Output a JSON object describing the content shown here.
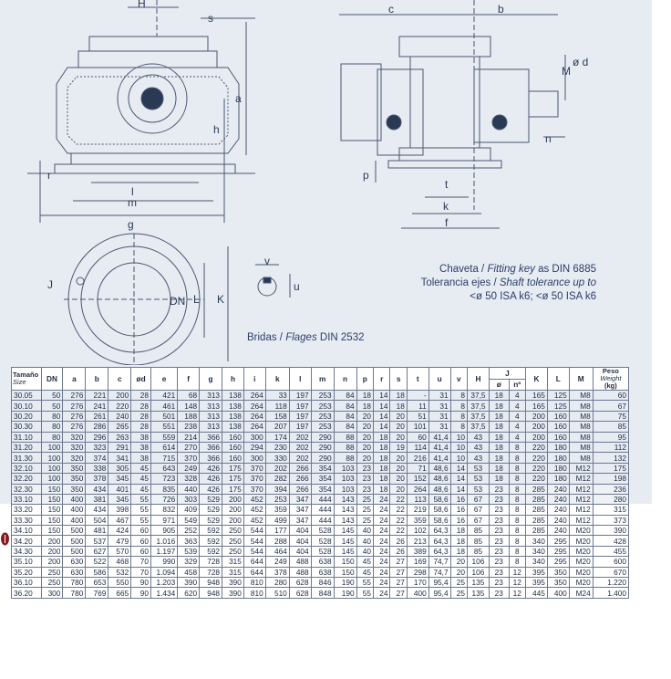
{
  "caption": {
    "line1_es": "Chaveta / ",
    "line1_en": "Fitting key",
    "line1_end": " as DIN 6885",
    "line2_es": "Tolerancia ejes / ",
    "line2_en": "Shaft tolerance up to",
    "line3": "<ø 50 ISA k6; <ø 50 ISA k6",
    "flange_es": "Bridas / ",
    "flange_en": "Flages",
    "flange_end": " DIN 2532"
  },
  "drawing_labels": {
    "H": "H",
    "s": "s",
    "a": "a",
    "h": "h",
    "r": "r",
    "l": "l",
    "m": "m",
    "g": "g",
    "c": "c",
    "b": "b",
    "M": "M",
    "d": "ø d",
    "n": "n",
    "p": "p",
    "t": "t",
    "k": "k",
    "f": "f",
    "v": "v",
    "u": "u",
    "J": "J",
    "DN": "DN",
    "L": "L",
    "K": "K"
  },
  "table": {
    "headers": {
      "tamano": "Tamaño",
      "size": "Size",
      "cols": [
        "DN",
        "a",
        "b",
        "c",
        "ød",
        "e",
        "f",
        "g",
        "h",
        "i",
        "k",
        "l",
        "m",
        "n",
        "p",
        "r",
        "s",
        "t",
        "u",
        "v",
        "H"
      ],
      "J": "J",
      "J_sub": [
        "ø",
        "nº"
      ],
      "after": [
        "K",
        "L",
        "M"
      ],
      "peso": "Peso",
      "weight": "Weight",
      "kg": "(kg)"
    },
    "rows": [
      [
        "30.05",
        "50",
        "276",
        "221",
        "200",
        "28",
        "421",
        "68",
        "313",
        "138",
        "264",
        "33",
        "197",
        "253",
        "84",
        "18",
        "14",
        "18",
        "-",
        "31",
        "8",
        "37,5",
        "18",
        "4",
        "165",
        "125",
        "M8",
        "60"
      ],
      [
        "30.10",
        "50",
        "276",
        "241",
        "220",
        "28",
        "461",
        "148",
        "313",
        "138",
        "264",
        "118",
        "197",
        "253",
        "84",
        "18",
        "14",
        "18",
        "11",
        "31",
        "8",
        "37,5",
        "18",
        "4",
        "165",
        "125",
        "M8",
        "67"
      ],
      [
        "30.20",
        "80",
        "276",
        "261",
        "240",
        "28",
        "501",
        "188",
        "313",
        "138",
        "264",
        "158",
        "197",
        "253",
        "84",
        "20",
        "14",
        "20",
        "51",
        "31",
        "8",
        "37,5",
        "18",
        "4",
        "200",
        "160",
        "M8",
        "75"
      ],
      [
        "30.30",
        "80",
        "276",
        "286",
        "265",
        "28",
        "551",
        "238",
        "313",
        "138",
        "264",
        "207",
        "197",
        "253",
        "84",
        "20",
        "14",
        "20",
        "101",
        "31",
        "8",
        "37,5",
        "18",
        "4",
        "200",
        "160",
        "M8",
        "85"
      ],
      [
        "31.10",
        "80",
        "320",
        "296",
        "263",
        "38",
        "559",
        "214",
        "366",
        "160",
        "300",
        "174",
        "202",
        "290",
        "88",
        "20",
        "18",
        "20",
        "60",
        "41,4",
        "10",
        "43",
        "18",
        "4",
        "200",
        "160",
        "M8",
        "95"
      ],
      [
        "31.20",
        "100",
        "320",
        "323",
        "291",
        "38",
        "614",
        "270",
        "366",
        "160",
        "294",
        "230",
        "202",
        "290",
        "88",
        "20",
        "18",
        "19",
        "114",
        "41,4",
        "10",
        "43",
        "18",
        "8",
        "220",
        "180",
        "M8",
        "112"
      ],
      [
        "31.30",
        "100",
        "320",
        "374",
        "341",
        "38",
        "715",
        "370",
        "366",
        "160",
        "300",
        "330",
        "202",
        "290",
        "88",
        "20",
        "18",
        "20",
        "216",
        "41,4",
        "10",
        "43",
        "18",
        "8",
        "220",
        "180",
        "M8",
        "132"
      ],
      [
        "32.10",
        "100",
        "350",
        "338",
        "305",
        "45",
        "643",
        "249",
        "426",
        "175",
        "370",
        "202",
        "266",
        "354",
        "103",
        "23",
        "18",
        "20",
        "71",
        "48,6",
        "14",
        "53",
        "18",
        "8",
        "220",
        "180",
        "M12",
        "175"
      ],
      [
        "32.20",
        "100",
        "350",
        "378",
        "345",
        "45",
        "723",
        "328",
        "426",
        "175",
        "370",
        "282",
        "266",
        "354",
        "103",
        "23",
        "18",
        "20",
        "152",
        "48,6",
        "14",
        "53",
        "18",
        "8",
        "220",
        "180",
        "M12",
        "198"
      ],
      [
        "32.30",
        "150",
        "350",
        "434",
        "401",
        "45",
        "835",
        "440",
        "426",
        "175",
        "370",
        "394",
        "266",
        "354",
        "103",
        "23",
        "18",
        "20",
        "264",
        "48,6",
        "14",
        "53",
        "23",
        "8",
        "285",
        "240",
        "M12",
        "236"
      ],
      [
        "33.10",
        "150",
        "400",
        "381",
        "345",
        "55",
        "726",
        "303",
        "529",
        "200",
        "452",
        "253",
        "347",
        "444",
        "143",
        "25",
        "24",
        "22",
        "113",
        "58,6",
        "16",
        "67",
        "23",
        "8",
        "285",
        "240",
        "M12",
        "280"
      ],
      [
        "33.20",
        "150",
        "400",
        "434",
        "398",
        "55",
        "832",
        "409",
        "529",
        "200",
        "452",
        "359",
        "347",
        "444",
        "143",
        "25",
        "24",
        "22",
        "219",
        "58,6",
        "16",
        "67",
        "23",
        "8",
        "285",
        "240",
        "M12",
        "315"
      ],
      [
        "33.30",
        "150",
        "400",
        "504",
        "467",
        "55",
        "971",
        "549",
        "529",
        "200",
        "452",
        "499",
        "347",
        "444",
        "143",
        "25",
        "24",
        "22",
        "359",
        "58,6",
        "16",
        "67",
        "23",
        "8",
        "285",
        "240",
        "M12",
        "373"
      ],
      [
        "34.10",
        "150",
        "500",
        "481",
        "424",
        "60",
        "905",
        "252",
        "592",
        "250",
        "544",
        "177",
        "404",
        "528",
        "145",
        "40",
        "24",
        "22",
        "102",
        "64,3",
        "18",
        "85",
        "23",
        "8",
        "285",
        "240",
        "M20",
        "390"
      ],
      [
        "34.20",
        "200",
        "500",
        "537",
        "479",
        "60",
        "1.016",
        "363",
        "592",
        "250",
        "544",
        "288",
        "404",
        "528",
        "145",
        "40",
        "24",
        "26",
        "213",
        "64,3",
        "18",
        "85",
        "23",
        "8",
        "340",
        "295",
        "M20",
        "428"
      ],
      [
        "34.30",
        "200",
        "500",
        "627",
        "570",
        "60",
        "1.197",
        "539",
        "592",
        "250",
        "544",
        "464",
        "404",
        "528",
        "145",
        "40",
        "24",
        "26",
        "389",
        "64,3",
        "18",
        "85",
        "23",
        "8",
        "340",
        "295",
        "M20",
        "455"
      ],
      [
        "35.10",
        "200",
        "630",
        "522",
        "468",
        "70",
        "990",
        "329",
        "728",
        "315",
        "644",
        "249",
        "488",
        "638",
        "150",
        "45",
        "24",
        "27",
        "169",
        "74,7",
        "20",
        "106",
        "23",
        "8",
        "340",
        "295",
        "M20",
        "600"
      ],
      [
        "35.20",
        "250",
        "630",
        "586",
        "532",
        "70",
        "1.094",
        "458",
        "728",
        "315",
        "644",
        "378",
        "488",
        "638",
        "150",
        "45",
        "24",
        "27",
        "298",
        "74,7",
        "20",
        "106",
        "23",
        "12",
        "395",
        "350",
        "M20",
        "670"
      ],
      [
        "36.10",
        "250",
        "780",
        "653",
        "550",
        "90",
        "1.203",
        "390",
        "948",
        "390",
        "810",
        "280",
        "628",
        "846",
        "190",
        "55",
        "24",
        "27",
        "170",
        "95,4",
        "25",
        "135",
        "23",
        "12",
        "395",
        "350",
        "M20",
        "1.220"
      ],
      [
        "36.20",
        "300",
        "780",
        "769",
        "665",
        "90",
        "1.434",
        "620",
        "948",
        "390",
        "810",
        "510",
        "628",
        "848",
        "190",
        "55",
        "24",
        "27",
        "400",
        "95,4",
        "25",
        "135",
        "23",
        "12",
        "445",
        "400",
        "M24",
        "1.400"
      ]
    ]
  },
  "colors": {
    "panel": "#e7ecf3",
    "ink": "#2a3a55",
    "marker": "#8b1a1a"
  }
}
